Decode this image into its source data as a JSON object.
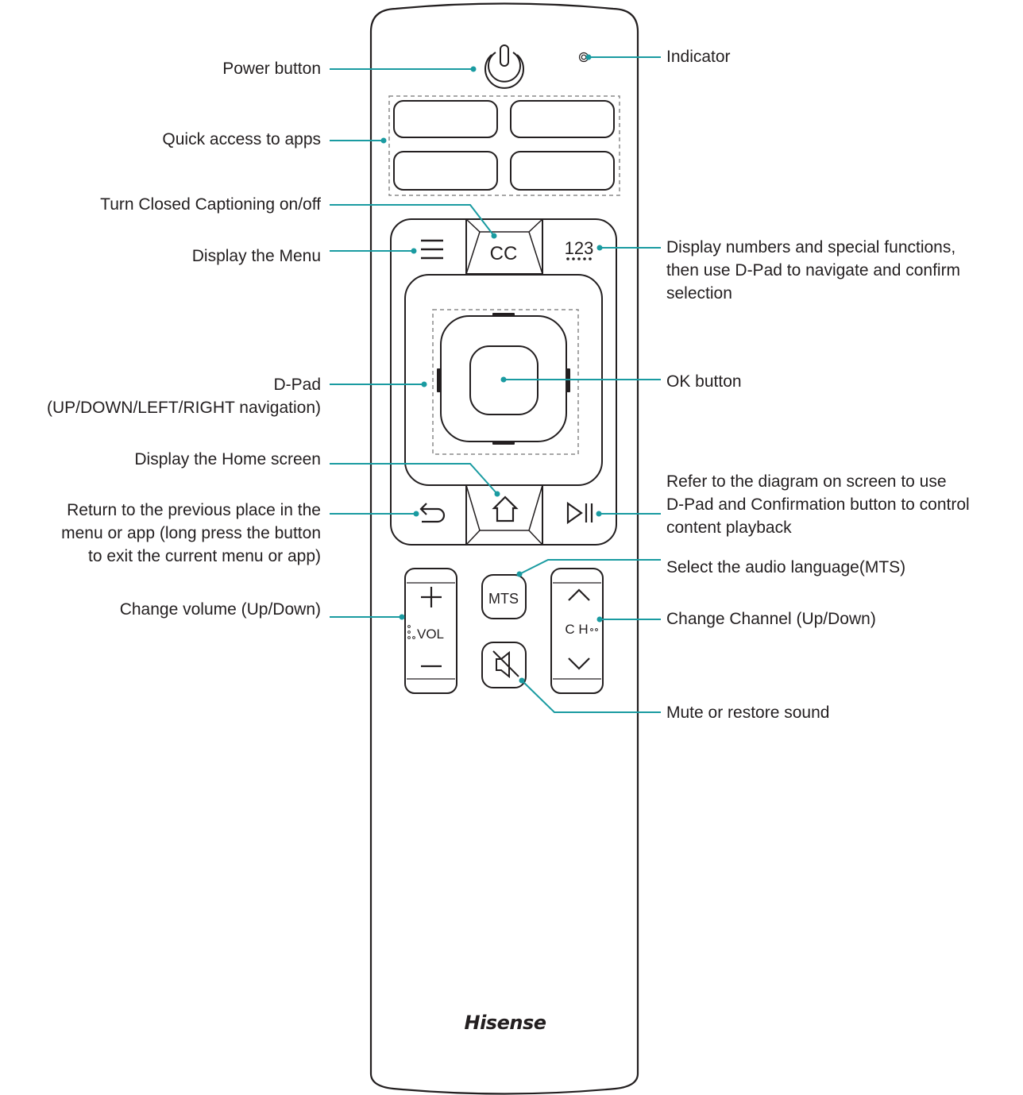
{
  "brand": "Hisense",
  "accent_color": "#1a9ba1",
  "outline_color": "#231f20",
  "buttons": {
    "cc": "CC",
    "numbers": "123",
    "mts": "MTS",
    "vol": "VOL",
    "ch": "C H"
  },
  "icons": [
    "power-icon",
    "menu-icon",
    "home-icon",
    "back-icon",
    "play-pause-icon",
    "mute-icon",
    "chevron-up-icon",
    "chevron-down-icon",
    "plus-icon",
    "minus-icon"
  ],
  "labels": {
    "power": "Power button",
    "indicator": "Indicator",
    "apps": "Quick access to apps",
    "cc": "Turn Closed Captioning on/off",
    "menu": "Display the Menu",
    "numbers": [
      "Display numbers and special functions,",
      "then use D-Pad to navigate and confirm",
      "selection"
    ],
    "dpad": [
      "D-Pad",
      "(UP/DOWN/LEFT/RIGHT navigation)"
    ],
    "ok": "OK button",
    "home": "Display the Home screen",
    "back": [
      "Return to the previous place in the",
      "menu or app (long press the button",
      "to exit the current menu or app)"
    ],
    "playback": [
      "Refer to the diagram on screen to use",
      "D-Pad and Confirmation button to control",
      "content playback"
    ],
    "mts": "Select the audio language(MTS)",
    "volume": "Change volume (Up/Down)",
    "channel": "Change Channel (Up/Down)",
    "mute": "Mute or restore sound"
  }
}
